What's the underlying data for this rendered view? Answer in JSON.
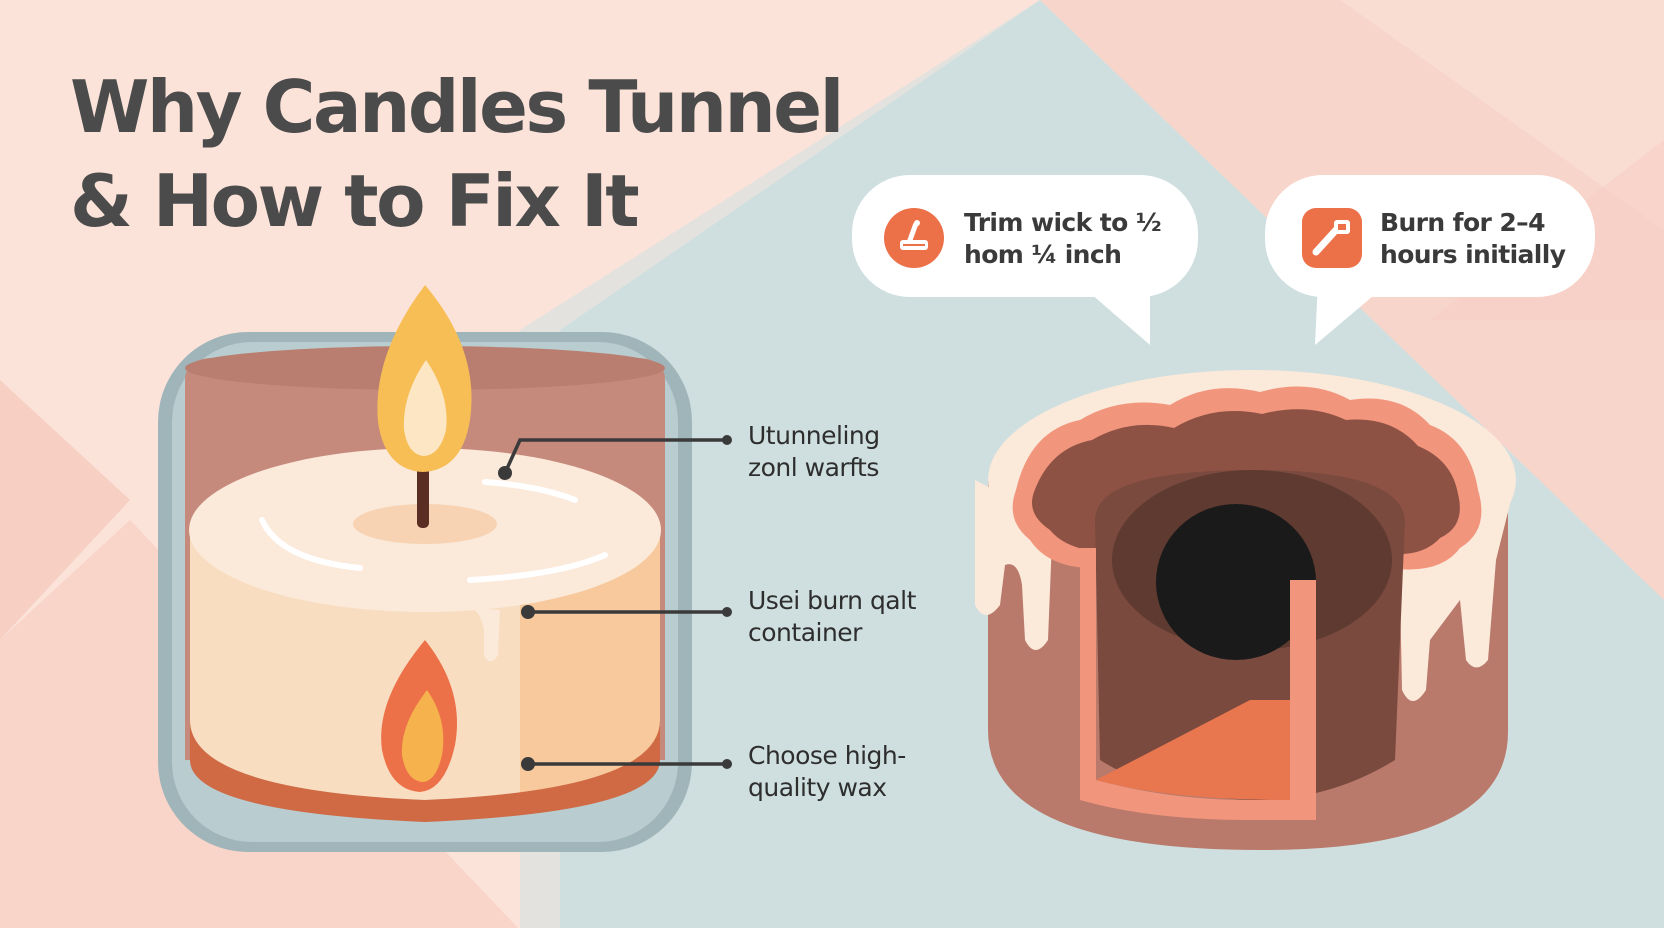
{
  "title": {
    "line1": "Why Candles Tunnel",
    "line2": "& How to Fix It"
  },
  "tips": [
    {
      "icon": "scissors-wick-icon",
      "line1": "Trim wick to ½",
      "line2": "hom ¼ inch"
    },
    {
      "icon": "match-icon",
      "line1": "Burn for 2–4",
      "line2": "hours initially"
    }
  ],
  "callouts": [
    {
      "line1": "Utunneling",
      "line2": "zonl warfts"
    },
    {
      "line1": "Usei burn qalt",
      "line2": "container"
    },
    {
      "line1": "Choose high-",
      "line2": "quality wax"
    }
  ],
  "colors": {
    "accent": "#ec7048",
    "title": "#4b4b4b",
    "background_pink": "#fbe3da",
    "background_teal": "#cfdfdf"
  }
}
